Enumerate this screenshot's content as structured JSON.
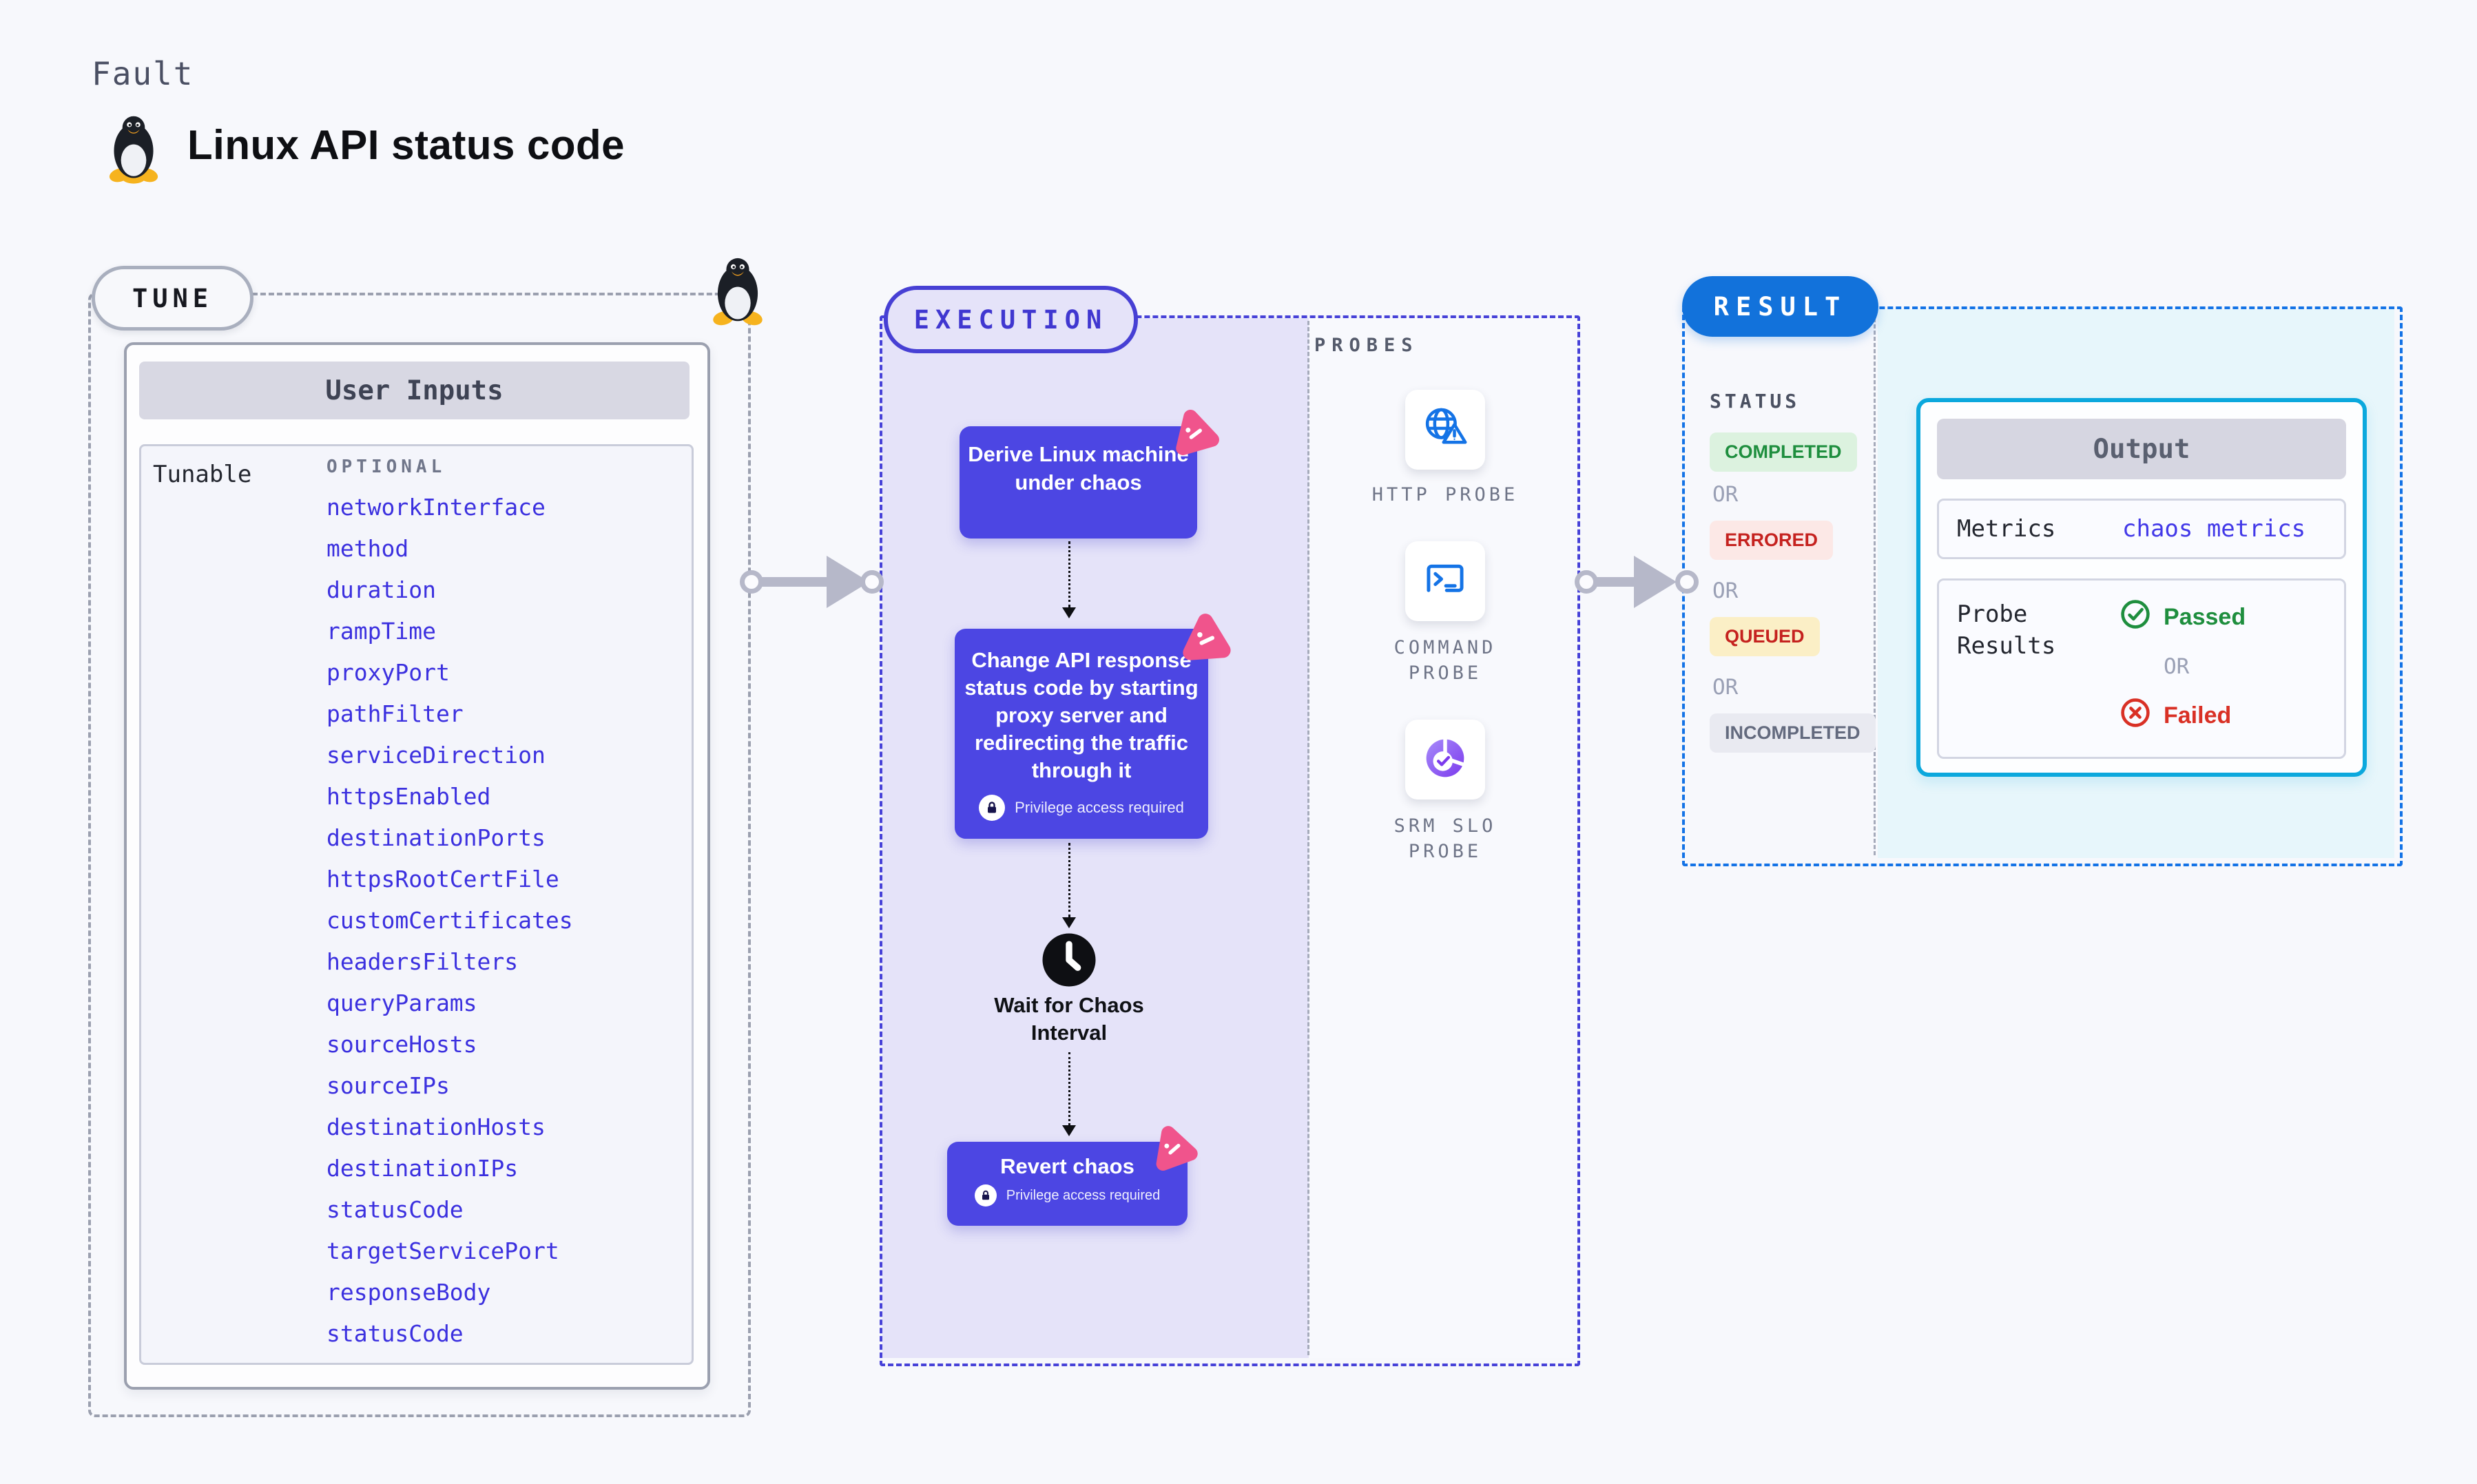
{
  "header": {
    "eyebrow": "Fault",
    "title": "Linux API status code",
    "title_icon": "tux-penguin-icon"
  },
  "tune": {
    "pill_label": "TUNE",
    "corner_icon": "tux-penguin-icon",
    "user_inputs": {
      "header": "User Inputs",
      "row_label": "Tunable",
      "column_label": "OPTIONAL",
      "tunables": [
        "networkInterface",
        "method",
        "duration",
        "rampTime",
        "proxyPort",
        "pathFilter",
        "serviceDirection",
        "httpsEnabled",
        "destinationPorts",
        "httpsRootCertFile",
        "customCertificates",
        "headersFilters",
        "queryParams",
        "sourceHosts",
        "sourceIPs",
        "destinationHosts",
        "destinationIPs",
        "statusCode",
        "targetServicePort",
        "responseBody",
        "statusCode"
      ]
    }
  },
  "execution": {
    "pill_label": "EXECUTION",
    "steps": {
      "derive": "Derive Linux machine under chaos",
      "inject": "Change API response status code by starting proxy server and redirecting the traffic through it",
      "wait": "Wait for Chaos Interval",
      "revert": "Revert chaos"
    },
    "privilege_note": "Privilege access required",
    "probes": {
      "header": "PROBES",
      "items": [
        {
          "label": "HTTP PROBE",
          "icon": "globe-warning-icon"
        },
        {
          "label": "COMMAND PROBE",
          "icon": "terminal-icon"
        },
        {
          "label": "SRM SLO PROBE",
          "icon": "slo-donut-check-icon"
        }
      ]
    }
  },
  "result": {
    "pill_label": "RESULT",
    "status_header": "STATUS",
    "or_label": "OR",
    "statuses": [
      {
        "label": "COMPLETED",
        "text_color": "#1E8E3E",
        "bg_color": "#DCF2DF"
      },
      {
        "label": "ERRORED",
        "text_color": "#C5221F",
        "bg_color": "#FCE8E6"
      },
      {
        "label": "QUEUED",
        "text_color": "#C5221F",
        "bg_color": "#FBEFC6"
      },
      {
        "label": "INCOMPLETED",
        "text_color": "#636A7E",
        "bg_color": "#E9EAF1"
      }
    ],
    "output": {
      "header": "Output",
      "metrics_label": "Metrics",
      "metrics_value": "chaos metrics",
      "probe_results_label": "Probe Results",
      "passed_label": "Passed",
      "or_label": "OR",
      "failed_label": "Failed"
    }
  },
  "colors": {
    "accent_indigo": "#4C46E3",
    "accent_blue": "#1272DB",
    "accent_cyan": "#0BA8DD",
    "accent_pink": "#F0548C",
    "link_blue": "#3B30DF",
    "probe_icon_blue": "#1473E6",
    "page_bg": "#F7F8FC"
  }
}
